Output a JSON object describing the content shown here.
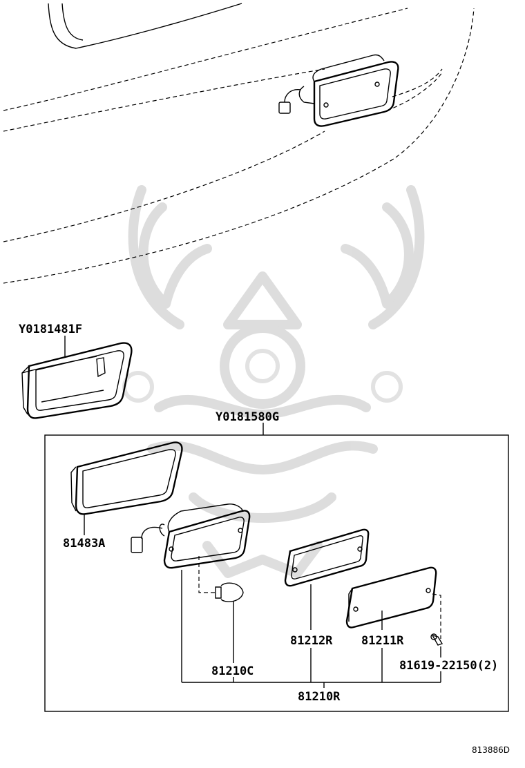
{
  "labels": {
    "assy_left": "Y0181481F",
    "assy_right": "Y0181580G",
    "gasket": "81483A",
    "bulb": "81210C",
    "lens_gasket": "81212R",
    "lens": "81211R",
    "screw": "81619-22150(2)",
    "lamp_assy": "81210R",
    "diagram_id": "813886D"
  }
}
